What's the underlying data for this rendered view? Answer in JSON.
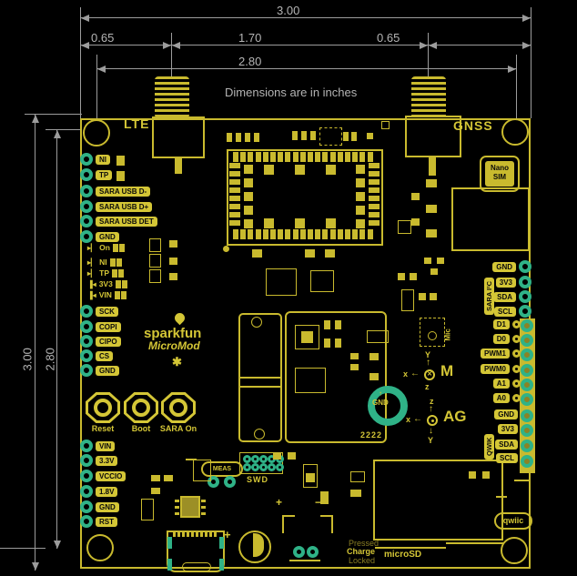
{
  "diagram": {
    "note": "Dimensions are in inches",
    "dims": {
      "width_total": "3.00",
      "width_left": "0.65",
      "width_mid": "1.70",
      "width_right": "0.65",
      "width_inner": "2.80",
      "height_total": "3.00",
      "height_inner": "2.80"
    }
  },
  "board": {
    "corner_labels": {
      "lte": "LTE",
      "gnss": "GNSS"
    },
    "logo": {
      "brand": "sparkfun",
      "product": "MicroMod",
      "flame_icon": "flame",
      "gear_icon": "✱"
    },
    "nano_sim": {
      "line1": "Nano",
      "line2": "SIM"
    },
    "pins_upper_left": [
      "NI",
      "TP",
      "SARA USB D-",
      "SARA USB D+",
      "SARA USB DET",
      "GND"
    ],
    "leds": [
      "On",
      "NI",
      "TP",
      "3V3",
      "VIN"
    ],
    "pins_spi": [
      "SCK",
      "COPI",
      "CIPO",
      "CS",
      "GND"
    ],
    "pins_lower_left": [
      "VIN",
      "3.3V",
      "VCCIO",
      "1.8V",
      "GND",
      "RST"
    ],
    "buttons": [
      "Reset",
      "Boot",
      "SARA On"
    ],
    "group_sara_i2c": {
      "label": "SARA I²C",
      "pins": [
        "GND",
        "3V3",
        "SDA",
        "SCL"
      ]
    },
    "pins_io": [
      "D1",
      "D0",
      "PWM1",
      "PWM0",
      "A1",
      "A0"
    ],
    "group_qwiic": {
      "label": "QWIK",
      "pins": [
        "GND",
        "3V3",
        "SDA",
        "SCL"
      ]
    },
    "meas_label": "MEAS",
    "swd_label": "SWD",
    "mic_label": "Mic",
    "gnd_ring_label": "GND",
    "axis_m": {
      "name": "M",
      "up": "Y",
      "left": "x",
      "down": "z"
    },
    "axis_ag": {
      "name": "AG",
      "up": "z",
      "left": "x",
      "down": "Y"
    },
    "bottom_text": {
      "pressed": "Pressed",
      "charge": "Charge",
      "locked": "Locked",
      "microsd": "microSD",
      "qwiic_logo": "qwiic",
      "date_code": "2222",
      "cap_plus": "+",
      "bat_plus": "+",
      "bat_minus": "−"
    }
  },
  "colors": {
    "silk": "#d4c636",
    "silk_dim": "#8a7e24",
    "plated_hole": "#2fb287",
    "dimension_line": "#9c9c9c",
    "background": "#000000"
  }
}
